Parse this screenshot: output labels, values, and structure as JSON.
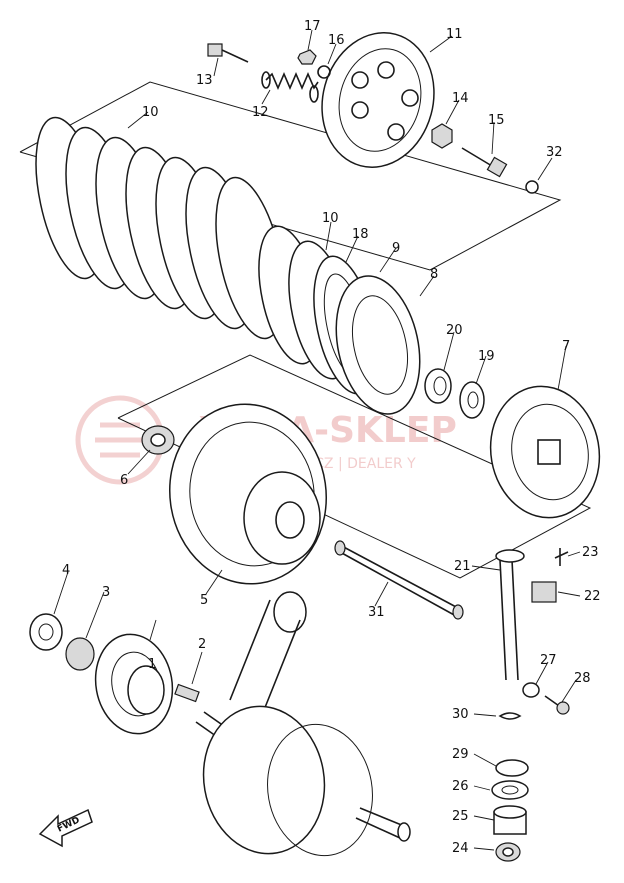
{
  "callouts": [
    "1",
    "2",
    "3",
    "4",
    "5",
    "6",
    "7",
    "8",
    "9",
    "10",
    "10",
    "11",
    "12",
    "13",
    "14",
    "15",
    "16",
    "17",
    "18",
    "19",
    "20",
    "21",
    "22",
    "23",
    "24",
    "25",
    "26",
    "27",
    "28",
    "29",
    "30",
    "31",
    "32"
  ],
  "forward_marker": "FWD",
  "watermark": {
    "brand": "YAMA-SKLEP",
    "tagline": "ICZ | DEALER Y",
    "color": "#e8a4a4"
  },
  "colors": {
    "ink": "#1a1a1a",
    "paper": "#ffffff",
    "watermark": "#e8a4a4"
  }
}
